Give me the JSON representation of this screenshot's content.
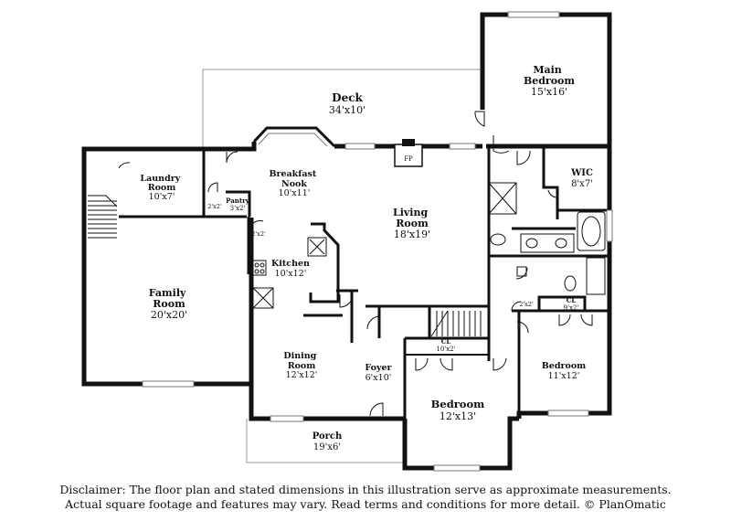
{
  "rooms": {
    "main_bedroom": {
      "name_line1": "Main",
      "name_line2": "Bedroom",
      "dim": "15'x16'"
    },
    "deck": {
      "name": "Deck",
      "dim": "34'x10'"
    },
    "breakfast_nook": {
      "name_line1": "Breakfast",
      "name_line2": "Nook",
      "dim": "10'x11'"
    },
    "laundry_room": {
      "name_line1": "Laundry",
      "name_line2": "Room",
      "dim": "10'x7'"
    },
    "pantry": {
      "name": "Pantry",
      "dim": "3'x2'"
    },
    "wic": {
      "name": "WIC",
      "dim": "8'x7'"
    },
    "living_room": {
      "name_line1": "Living",
      "name_line2": "Room",
      "dim": "18'x19'"
    },
    "kitchen": {
      "name": "Kitchen",
      "dim": "10'x12'"
    },
    "family_room": {
      "name_line1": "Family",
      "name_line2": "Room",
      "dim": "20'x20'"
    },
    "dining_room": {
      "name_line1": "Dining",
      "name_line2": "Room",
      "dim": "12'x12'"
    },
    "foyer": {
      "name": "Foyer",
      "dim": "6'x10'"
    },
    "closet_center": {
      "name": "CL",
      "dim": "10'x2'"
    },
    "bedroom_right": {
      "name": "Bedroom",
      "dim": "11'x12'"
    },
    "closet_right": {
      "name": "CL",
      "dim": "9'x2'"
    },
    "bedroom_bottom": {
      "name": "Bedroom",
      "dim": "12'x13'"
    },
    "porch": {
      "name": "Porch",
      "dim": "19'x6'"
    }
  },
  "small_labels": {
    "closet_laundry": "2'x2'",
    "closet_kitchen": "2'x2'",
    "closet_hall": "2'x2'",
    "fireplace": "FP"
  },
  "disclaimer": {
    "line1": "Disclaimer: The floor plan and stated dimensions in this illustration serve as approximate measurements.",
    "line2": "Actual square footage and features may vary. Read terms and conditions for more detail. © PlanOmatic"
  }
}
